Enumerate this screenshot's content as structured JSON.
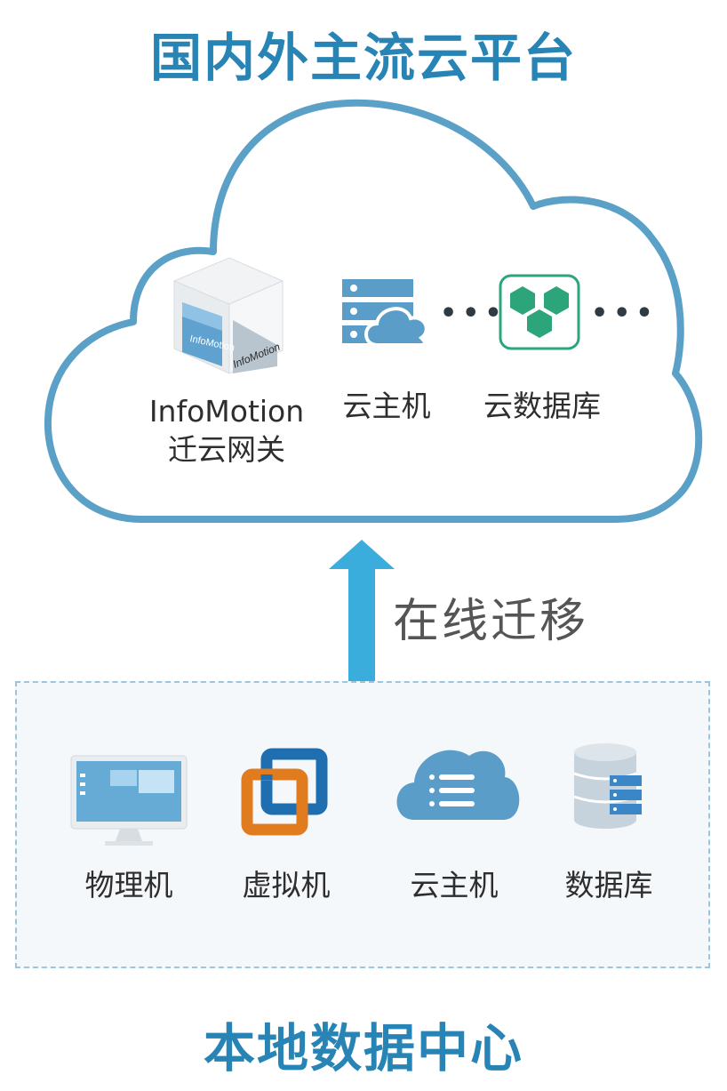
{
  "cloud_title": "国内外主流云平台",
  "datacenter_title": "本地数据中心",
  "migration_label": "在线迁移",
  "cloud_items": [
    {
      "label_line1": "InfoMotion",
      "label_line2": "迁云网关",
      "icon": "gateway-box-icon",
      "box_text": "InfoMotion"
    },
    {
      "label": "云主机",
      "icon": "cloud-server-icon"
    },
    {
      "label": "云数据库",
      "icon": "cloud-database-icon"
    }
  ],
  "local_items": [
    {
      "label": "物理机",
      "icon": "monitor-icon"
    },
    {
      "label": "虚拟机",
      "icon": "vm-squares-icon"
    },
    {
      "label": "云主机",
      "icon": "cloud-server-icon"
    },
    {
      "label": "数据库",
      "icon": "database-icon"
    }
  ],
  "colors": {
    "title": "#2784b5",
    "cloud_outline": "#5aa0c7",
    "arrow": "#3aaddc",
    "vm_orange": "#e07b1e",
    "vm_blue": "#1f6fb0",
    "db_green": "#2ca57a"
  }
}
